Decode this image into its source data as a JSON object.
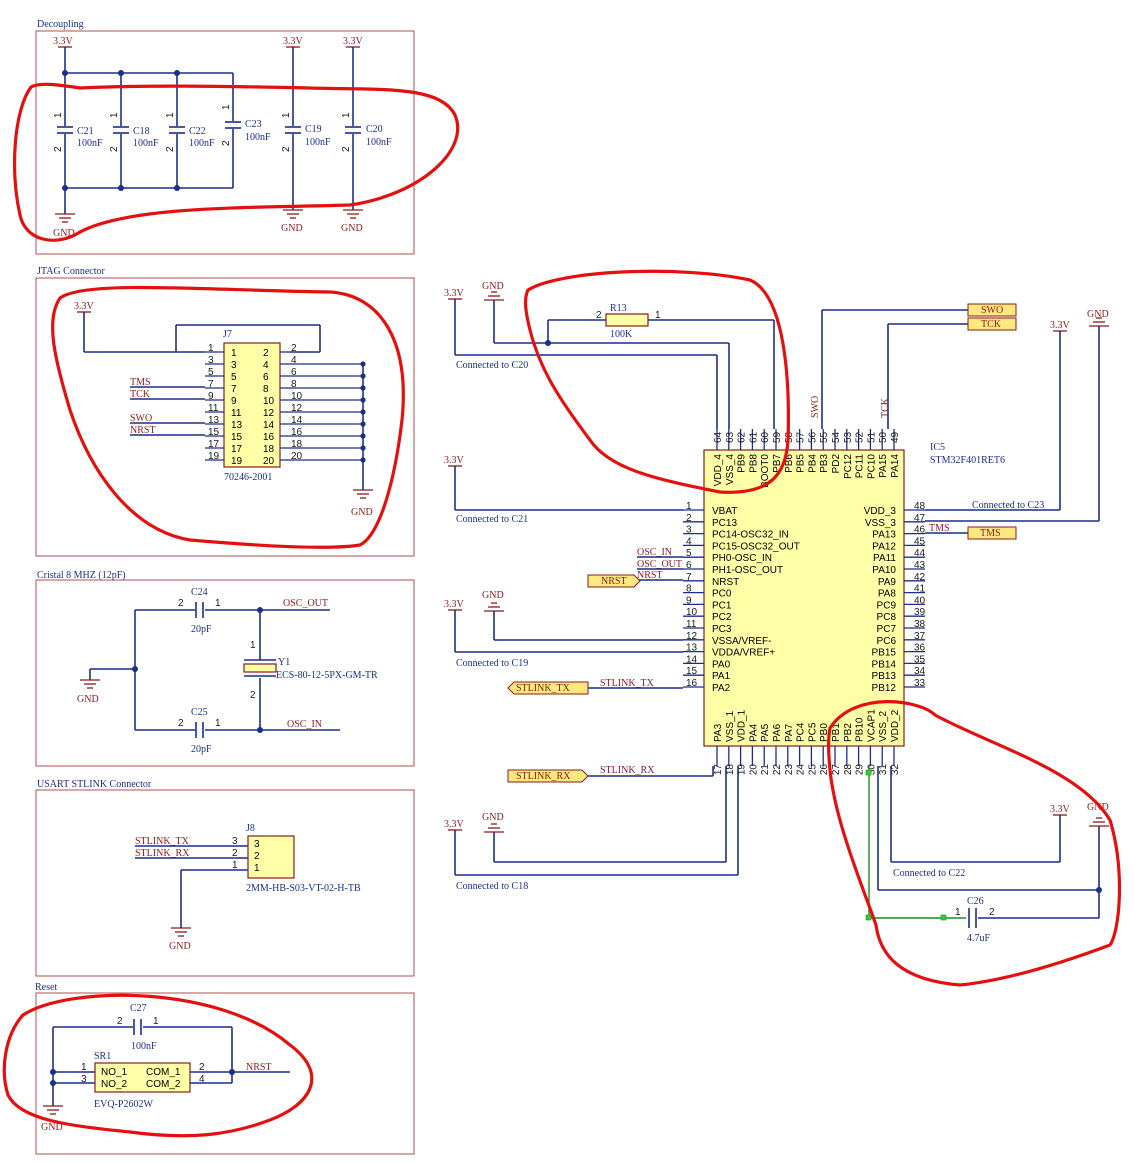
{
  "sections": {
    "decoupling": "Decoupling",
    "jtag": "JTAG Connector",
    "cristal": "Cristal 8 MHZ (12pF)",
    "usart": "USART STLINK Connector",
    "reset": "Reset"
  },
  "power": {
    "v33": "3.3V",
    "gnd": "GND"
  },
  "decoupling_caps": [
    {
      "ref": "C21",
      "value": "100nF"
    },
    {
      "ref": "C18",
      "value": "100nF"
    },
    {
      "ref": "C22",
      "value": "100nF"
    },
    {
      "ref": "C23",
      "value": "100nF"
    },
    {
      "ref": "C19",
      "value": "100nF"
    },
    {
      "ref": "C20",
      "value": "100nF"
    }
  ],
  "pin_nums": {
    "one": "1",
    "two": "2",
    "three": "3",
    "four": "4"
  },
  "jtag": {
    "ref": "J7",
    "part": "70246-2001",
    "left_pins": [
      "1",
      "3",
      "5",
      "7",
      "9",
      "11",
      "13",
      "15",
      "17",
      "19"
    ],
    "right_pins": [
      "2",
      "4",
      "6",
      "8",
      "10",
      "12",
      "14",
      "16",
      "18",
      "20"
    ],
    "nets": {
      "tms": "TMS",
      "tck": "TCK",
      "swo": "SWO",
      "nrst": "NRST"
    }
  },
  "crystal": {
    "c24_ref": "C24",
    "c24_val": "20pF",
    "c25_ref": "C25",
    "c25_val": "20pF",
    "y_ref": "Y1",
    "y_part": "ECS-80-12-5PX-GM-TR",
    "osc_out": "OSC_OUT",
    "osc_in": "OSC_IN"
  },
  "usart": {
    "ref": "J8",
    "part": "2MM-HB-S03-VT-02-H-TB",
    "tx": "STLINK_TX",
    "rx": "STLINK_RX",
    "pins": [
      "3",
      "2",
      "1"
    ]
  },
  "reset": {
    "c_ref": "C27",
    "c_val": "100nF",
    "sw_ref": "SR1",
    "sw_part": "EVQ-P2602W",
    "no1": "NO_1",
    "no2": "NO_2",
    "com1": "COM_1",
    "com2": "COM_2",
    "nrst": "NRST"
  },
  "mcu": {
    "ref": "IC5",
    "part": "STM32F401RET6",
    "top_pins": [
      {
        "num": "64",
        "name": "VDD_4"
      },
      {
        "num": "63",
        "name": "VSS_4"
      },
      {
        "num": "62",
        "name": "PB9"
      },
      {
        "num": "61",
        "name": "PB8"
      },
      {
        "num": "60",
        "name": "BOOT0"
      },
      {
        "num": "59",
        "name": "PB7"
      },
      {
        "num": "58",
        "name": "PB6"
      },
      {
        "num": "57",
        "name": "PB5"
      },
      {
        "num": "56",
        "name": "PB4"
      },
      {
        "num": "55",
        "name": "PB3"
      },
      {
        "num": "54",
        "name": "PD2"
      },
      {
        "num": "53",
        "name": "PC12"
      },
      {
        "num": "52",
        "name": "PC11"
      },
      {
        "num": "51",
        "name": "PC10"
      },
      {
        "num": "50",
        "name": "PA15"
      },
      {
        "num": "49",
        "name": "PA14"
      }
    ],
    "left_pins": [
      {
        "num": "1",
        "name": "VBAT"
      },
      {
        "num": "2",
        "name": "PC13"
      },
      {
        "num": "3",
        "name": "PC14-OSC32_IN"
      },
      {
        "num": "4",
        "name": "PC15-OSC32_OUT"
      },
      {
        "num": "5",
        "name": "PH0-OSC_IN"
      },
      {
        "num": "6",
        "name": "PH1-OSC_OUT"
      },
      {
        "num": "7",
        "name": "NRST"
      },
      {
        "num": "8",
        "name": "PC0"
      },
      {
        "num": "9",
        "name": "PC1"
      },
      {
        "num": "10",
        "name": "PC2"
      },
      {
        "num": "11",
        "name": "PC3"
      },
      {
        "num": "12",
        "name": "VSSA/VREF-"
      },
      {
        "num": "13",
        "name": "VDDA/VREF+"
      },
      {
        "num": "14",
        "name": "PA0"
      },
      {
        "num": "15",
        "name": "PA1"
      },
      {
        "num": "16",
        "name": "PA2"
      }
    ],
    "right_pins": [
      {
        "num": "48",
        "name": "VDD_3"
      },
      {
        "num": "47",
        "name": "VSS_3"
      },
      {
        "num": "46",
        "name": "PA13"
      },
      {
        "num": "45",
        "name": "PA12"
      },
      {
        "num": "44",
        "name": "PA11"
      },
      {
        "num": "43",
        "name": "PA10"
      },
      {
        "num": "42",
        "name": "PA9"
      },
      {
        "num": "41",
        "name": "PA8"
      },
      {
        "num": "40",
        "name": "PC9"
      },
      {
        "num": "39",
        "name": "PC8"
      },
      {
        "num": "38",
        "name": "PC7"
      },
      {
        "num": "37",
        "name": "PC6"
      },
      {
        "num": "36",
        "name": "PB15"
      },
      {
        "num": "35",
        "name": "PB14"
      },
      {
        "num": "34",
        "name": "PB13"
      },
      {
        "num": "33",
        "name": "PB12"
      }
    ],
    "bottom_pins": [
      {
        "num": "17",
        "name": "PA3"
      },
      {
        "num": "18",
        "name": "VSS_1"
      },
      {
        "num": "19",
        "name": "VDD_1"
      },
      {
        "num": "20",
        "name": "PA4"
      },
      {
        "num": "21",
        "name": "PA5"
      },
      {
        "num": "22",
        "name": "PA6"
      },
      {
        "num": "23",
        "name": "PA7"
      },
      {
        "num": "24",
        "name": "PC4"
      },
      {
        "num": "25",
        "name": "PC5"
      },
      {
        "num": "26",
        "name": "PB0"
      },
      {
        "num": "27",
        "name": "PB1"
      },
      {
        "num": "28",
        "name": "PB2"
      },
      {
        "num": "29",
        "name": "PB10"
      },
      {
        "num": "30",
        "name": "VCAP1"
      },
      {
        "num": "31",
        "name": "VSS_2"
      },
      {
        "num": "32",
        "name": "VDD_2"
      }
    ]
  },
  "mcu_nets": {
    "r13_ref": "R13",
    "r13_val": "100K",
    "c26_ref": "C26",
    "c26_val": "4.7uF",
    "conn_c20": "Connected to C20",
    "conn_c21": "Connected to C21",
    "conn_c19": "Connected to C19",
    "conn_c18": "Connected to C18",
    "conn_c23": "Connected to C23",
    "conn_c22": "Connected to C22",
    "swo": "SWO",
    "tck": "TCK",
    "tms": "TMS",
    "nrst": "NRST",
    "osc_in": "OSC_IN",
    "osc_out": "OSC_OUT",
    "stlink_tx": "STLINK_TX",
    "stlink_rx": "STLINK_RX"
  },
  "colors": {
    "wire": "#1a2e8c",
    "annotation": "#e41010",
    "body": "#ffffa8",
    "frame": "#b05050"
  }
}
